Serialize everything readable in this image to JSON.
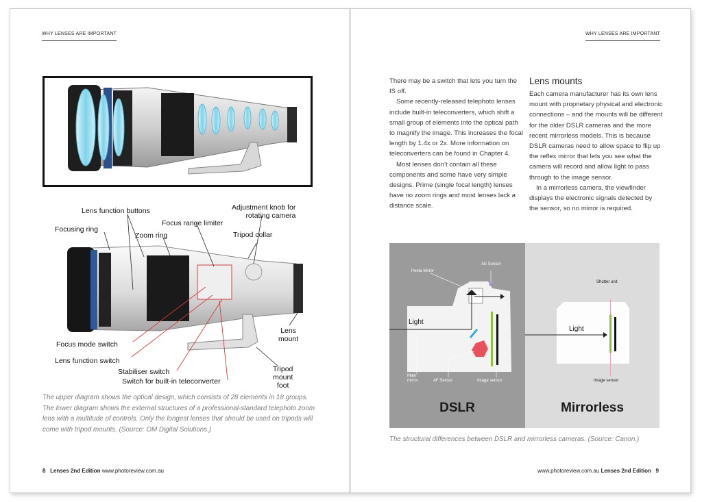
{
  "running_head_left": "WHY LENSES ARE IMPORTANT",
  "running_head_right": "WHY LENSES ARE IMPORTANT",
  "lens_callouts": {
    "lens_function_buttons": "Lens function buttons",
    "focusing_ring": "Focusing ring",
    "zoom_ring": "Zoom ring",
    "focus_range_limiter": "Focus range limiter",
    "adjustment_knob": [
      "Adjustment knob for",
      "rotating camera"
    ],
    "tripod_collar": "Tripod collar",
    "lens_mount": [
      "Lens",
      "mount"
    ],
    "focus_mode_switch": "Focus mode switch",
    "lens_function_switch": "Lens function switch",
    "stabiliser_switch": "Stabiliser switch",
    "teleconverter_switch": "Switch for built-in teleconverter",
    "tripod_mount_foot": [
      "Tripod",
      "mount",
      "foot"
    ]
  },
  "caption_left": "The upper diagram shows the optical design, which consists of 28 elements in 18 groups. The lower diagram shows the external structures of a professional-standard telephoto zoom lens with a multitude of controls. Only the longest lenses that should be used on tripods will come with tripod mounts. (Source: OM Digital Solutions.)",
  "footer_left": {
    "page": "8",
    "title": "Lenses 2nd Edition",
    "site": "www.photoreview.com.au"
  },
  "footer_right": {
    "site": "www.photoreview.com.au",
    "title": "Lenses 2nd Edition",
    "page": "9"
  },
  "column1": [
    "There may be a switch that lets you turn the IS off.",
    "Some recently-released telephoto lenses include built-in teleconverters, which shift a small group of elements into the optical path to magnify the image. This increases the focal length by 1.4x or 2x. More information on teleconverters can be found in Chapter 4.",
    "Most lenses don’t contain all these components and some have very simple designs. Prime (single focal length) lenses have no zoom rings and most lenses lack a distance scale."
  ],
  "column2": {
    "heading": "Lens mounts",
    "paragraphs": [
      "Each camera manufacturer has its own lens mount with proprietary physical and electronic connections – and the mounts will be different for the older DSLR cameras and the more recent mirrorless models. This is because DSLR cameras need to allow space to flip up the reflex mirror that lets you see what the camera will record and allow light to pass through to the image sensor.",
      "In a mirrorless camera, the viewfinder displays the electronic signals detected by the sensor, so no mirror is required."
    ]
  },
  "camera_figure": {
    "dslr": {
      "title": "DSLR",
      "light": "Light",
      "penta_mirror": "Penta Mirror",
      "ae_sensor": "AE Sensor",
      "main_mirror": [
        "Main",
        "mirror"
      ],
      "af_sensor": "AF Sensor",
      "image_sensor": "Image sensor"
    },
    "mirrorless": {
      "title": "Mirrorless",
      "light": "Light",
      "shutter_unit": "Shutter unit",
      "image_sensor": "Image sensor"
    },
    "colors": {
      "dslr_bg": "#9b9b9b",
      "mirrorless_bg": "#dcdcdc",
      "body": "#ffffff",
      "green": "#8fbf3f",
      "blue": "#3aa7e0",
      "red": "#e8505b",
      "purple": "#a98be0",
      "pink": "#f2a0c0"
    }
  },
  "caption_right": "The structural differences between DSLR and mirrorless cameras. (Source: Canon.)"
}
